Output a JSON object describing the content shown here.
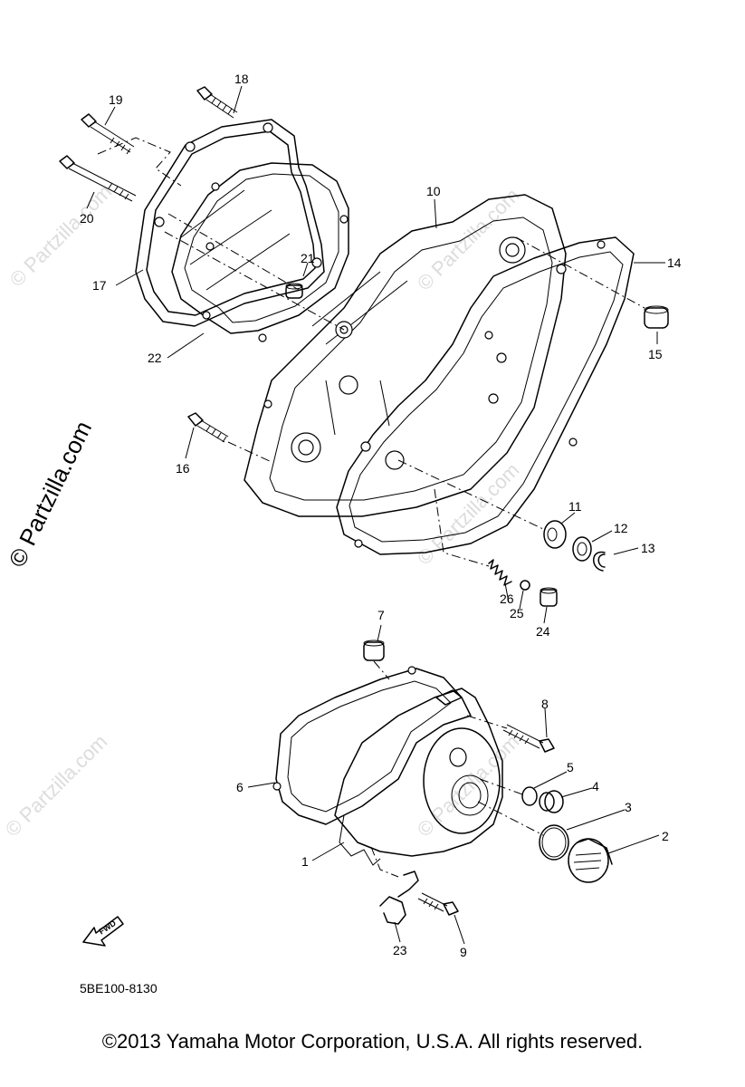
{
  "diagram": {
    "callouts": {
      "p1": "1",
      "p2": "2",
      "p3": "3",
      "p4": "4",
      "p5": "5",
      "p6": "6",
      "p7": "7",
      "p8": "8",
      "p9": "9",
      "p10": "10",
      "p11": "11",
      "p12": "12",
      "p13": "13",
      "p14": "14",
      "p15": "15",
      "p16": "16",
      "p17": "17",
      "p18": "18",
      "p19": "19",
      "p20": "20",
      "p21": "21",
      "p22": "22",
      "p23": "23",
      "p24": "24",
      "p25": "25",
      "p26": "26"
    },
    "fwd_label": "FWD",
    "figure_code": "5BE100-8130"
  },
  "watermark": {
    "text": "© Partzilla.com",
    "faint_text": "© Partzilla.com"
  },
  "footer": {
    "copyright": "©2013  Yamaha Motor Corporation, U.S.A. All rights reserved."
  }
}
